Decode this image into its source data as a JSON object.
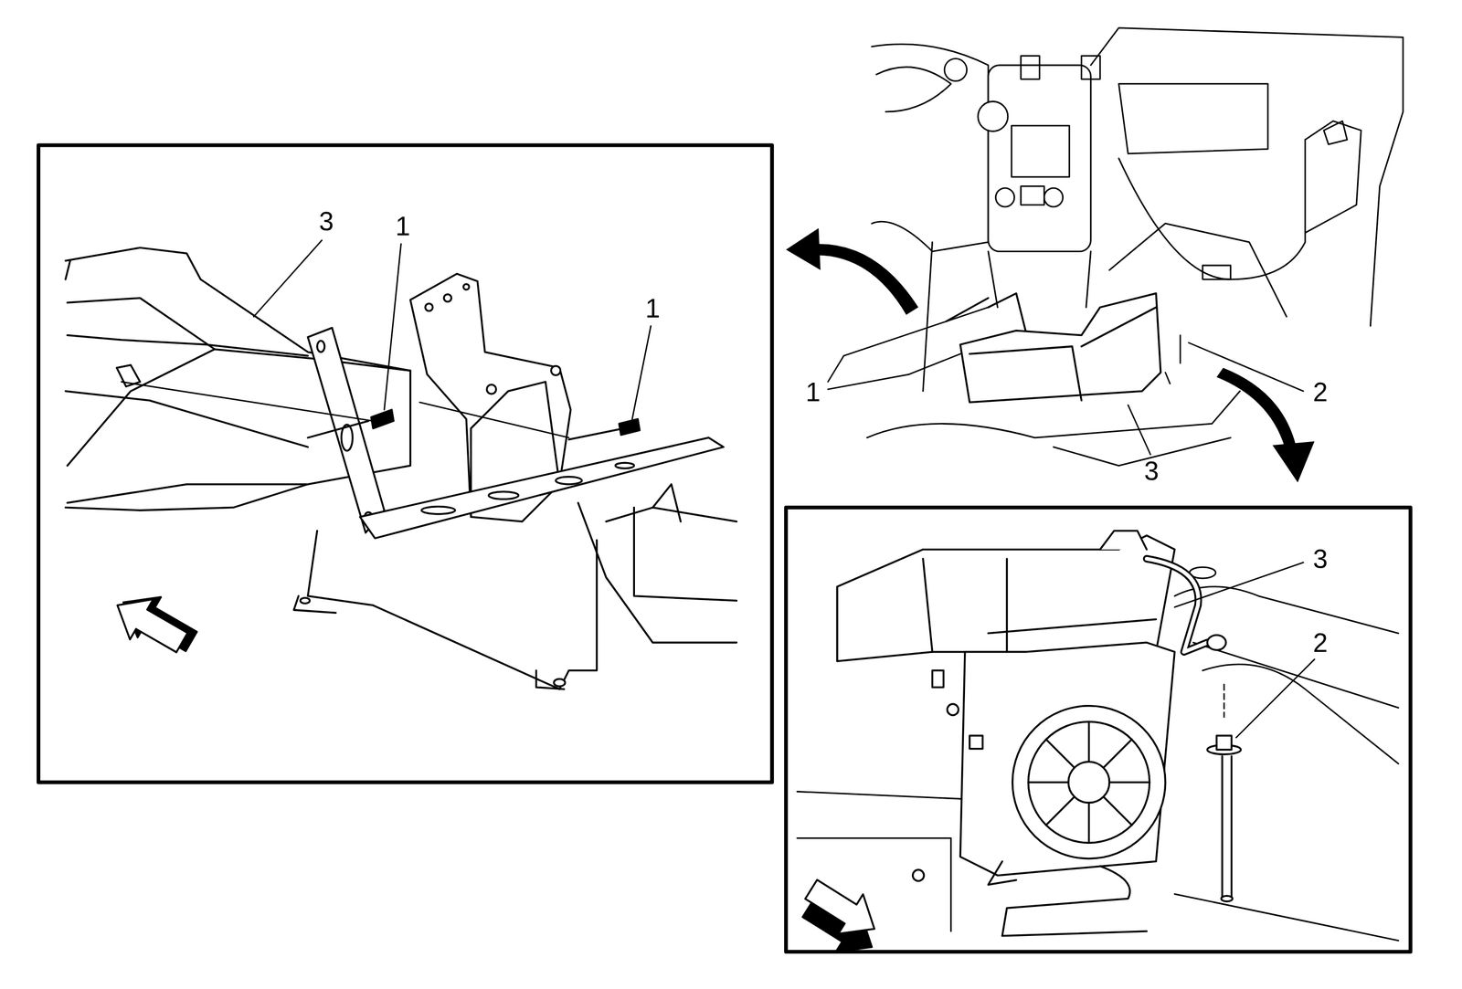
{
  "diagram": {
    "labels": [
      "3",
      "1",
      "1",
      "1",
      "2",
      "3",
      "3",
      "2"
    ]
  }
}
